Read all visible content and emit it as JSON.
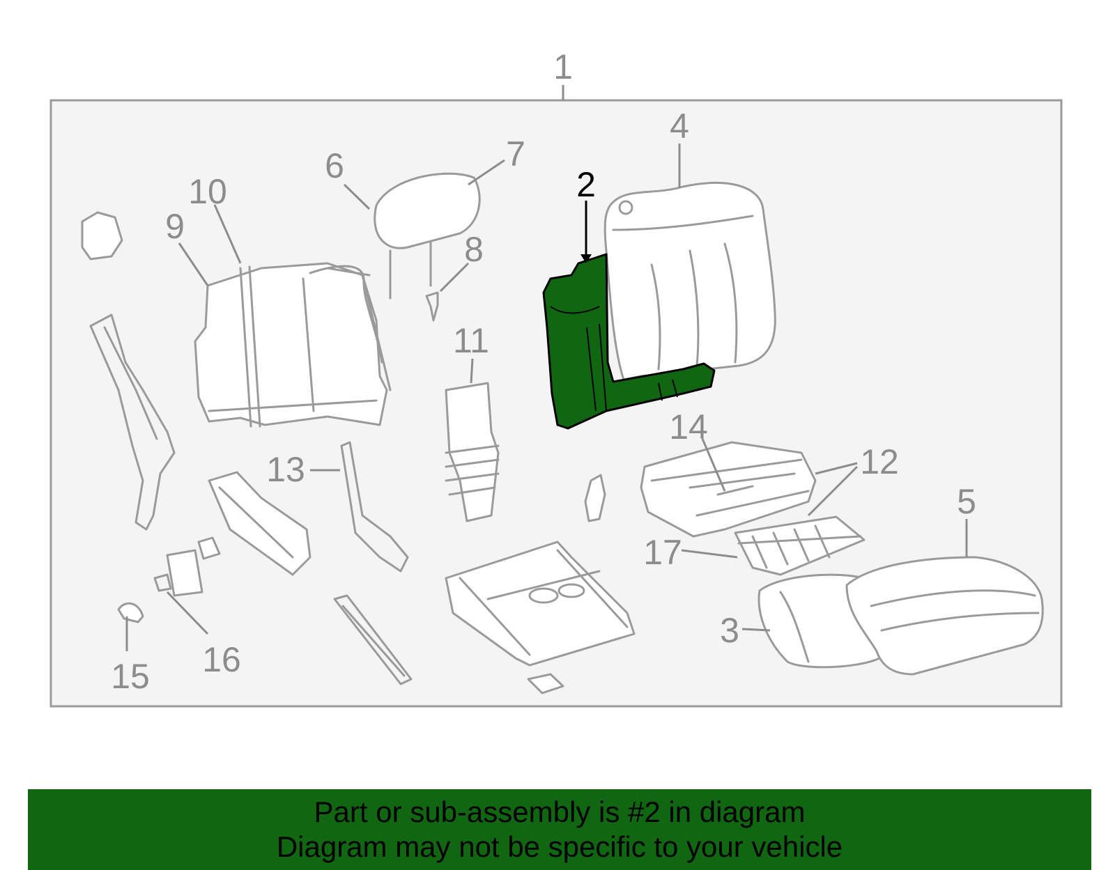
{
  "banner": {
    "line1": "Part or sub-assembly is #2 in diagram",
    "line2": "Diagram may not be specific to your vehicle"
  },
  "diagram": {
    "highlight_color": "#116611",
    "highlighted_part": "2",
    "callouts": {
      "c1": "1",
      "c2": "2",
      "c3": "3",
      "c4": "4",
      "c5": "5",
      "c6": "6",
      "c7": "7",
      "c8": "8",
      "c9": "9",
      "c10": "10",
      "c11": "11",
      "c12": "12",
      "c13": "13",
      "c14": "14",
      "c15": "15",
      "c16": "16",
      "c17": "17"
    }
  }
}
